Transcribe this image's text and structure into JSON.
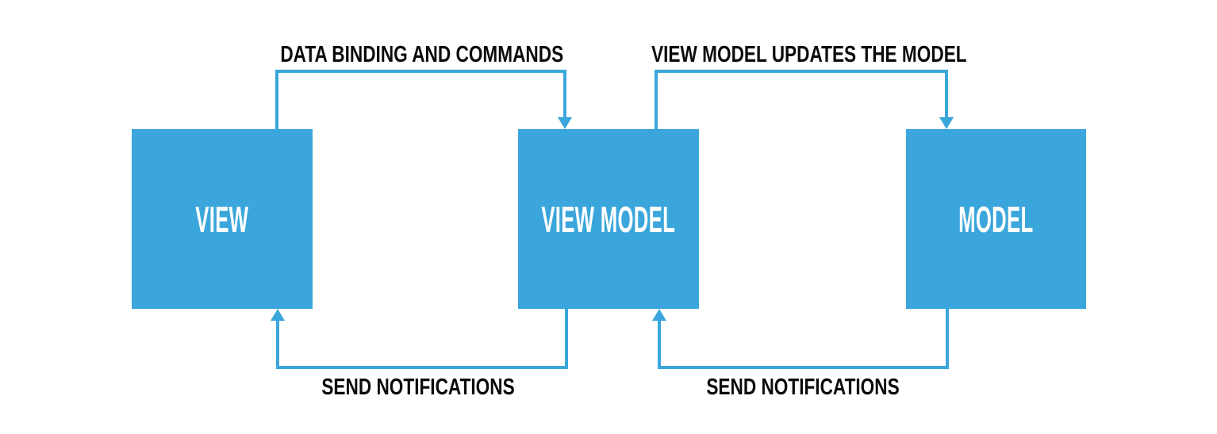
{
  "diagram": {
    "name": "mvvm-pattern-diagram",
    "colors": {
      "accent": "#3BA6DB",
      "label_text": "#0B0B0B",
      "box_text": "#FFFFFF",
      "background": "#FFFFFF"
    },
    "boxes": [
      {
        "id": "view",
        "label": "VIEW"
      },
      {
        "id": "view-model",
        "label": "VIEW MODEL"
      },
      {
        "id": "model",
        "label": "MODEL"
      }
    ],
    "arrows": [
      {
        "id": "data-binding",
        "from": "view",
        "to": "view-model",
        "direction": "left-to-right",
        "label": "DATA BINDING AND COMMANDS"
      },
      {
        "id": "vm-updates-model",
        "from": "view-model",
        "to": "model",
        "direction": "left-to-right",
        "label": "VIEW MODEL UPDATES THE MODEL"
      },
      {
        "id": "notify-view",
        "from": "view-model",
        "to": "view",
        "direction": "right-to-left",
        "label": "SEND NOTIFICATIONS"
      },
      {
        "id": "notify-view-model",
        "from": "model",
        "to": "view-model",
        "direction": "right-to-left",
        "label": "SEND NOTIFICATIONS"
      }
    ]
  }
}
